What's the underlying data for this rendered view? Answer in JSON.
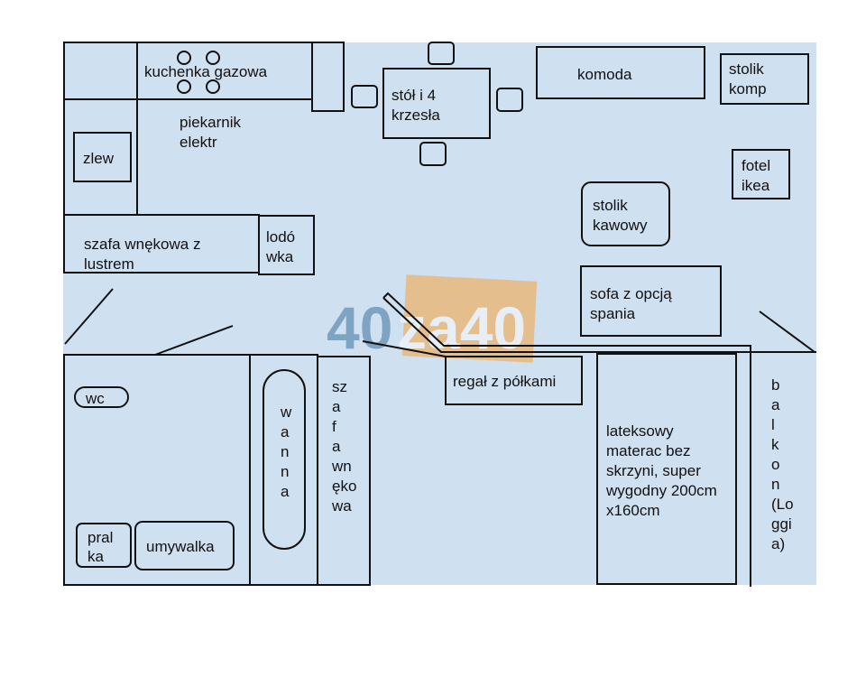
{
  "colors": {
    "floor": "#cfe0f1",
    "line": "#111111",
    "watermark_box": "#e9b77c",
    "watermark_num": "#7fa3c2"
  },
  "watermark": {
    "part1": "40",
    "part2": "za40"
  },
  "kitchen": {
    "stove": "kuchenka gazowa",
    "oven": [
      "piekarnik",
      "elektr"
    ],
    "sink": "zlew",
    "wardrobe": [
      "szafa wnękowa z",
      "lustrem"
    ],
    "fridge": [
      "lodó",
      "wka"
    ]
  },
  "dining": {
    "table": [
      "stół i 4",
      "krzesła"
    ]
  },
  "living": {
    "dresser": "komoda",
    "computer_desk": [
      "stolik",
      "komp"
    ],
    "armchair": [
      "fotel",
      "ikea"
    ],
    "coffee_table": [
      "stolik",
      "kawowy"
    ],
    "sofa": [
      "sofa z opcją",
      "spania"
    ],
    "shelf": "regał z półkami",
    "mattress": [
      "lateksowy",
      "materac bez",
      "skrzyni, super",
      "wygodny 200cm",
      "x160cm"
    ],
    "balcony": [
      "b",
      "a",
      "l",
      "k",
      "o",
      "n",
      "(Lo",
      "ggi",
      "a)"
    ]
  },
  "bathroom": {
    "wc": "wc",
    "bathtub": [
      "w",
      "a",
      "n",
      "n",
      "a"
    ],
    "washer": [
      "pral",
      "ka"
    ],
    "washbasin": "umywalka",
    "wardrobe": [
      "sz",
      "a",
      "f",
      "a",
      "wn",
      "ęko",
      "wa"
    ]
  }
}
